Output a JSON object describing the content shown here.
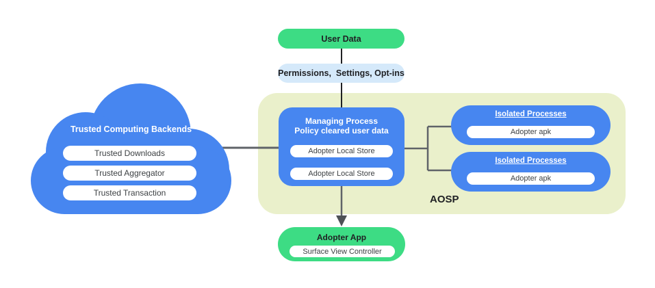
{
  "colors": {
    "blue": "#4786F0",
    "green": "#3DDC84",
    "light_blue": "#D5E9FA",
    "aosp_background": "#EAF0CB",
    "line_gray": "#5F6368",
    "line_dark": "#202124",
    "text_dark": "#202124",
    "pill_text": "#3C4043"
  },
  "nodes": {
    "user_data": {
      "label": "User Data"
    },
    "permissions": {
      "label": "Permissions,  Settings, Opt-ins"
    },
    "cloud": {
      "title": "Trusted Computing Backends",
      "items": [
        "Trusted Downloads",
        "Trusted Aggregator",
        "Trusted Transaction"
      ]
    },
    "aosp": {
      "label": "AOSP"
    },
    "managing": {
      "title_line1": "Managing Process",
      "title_line2": "Policy cleared user data",
      "items": [
        "Adopter Local Store",
        "Adopter Local Store"
      ]
    },
    "isolated": [
      {
        "title": "Isolated Processes",
        "item": "Adopter apk"
      },
      {
        "title": "Isolated Processes",
        "item": "Adopter apk"
      }
    ],
    "adopter_app": {
      "title": "Adopter App",
      "item": "Surface View Controller"
    }
  }
}
